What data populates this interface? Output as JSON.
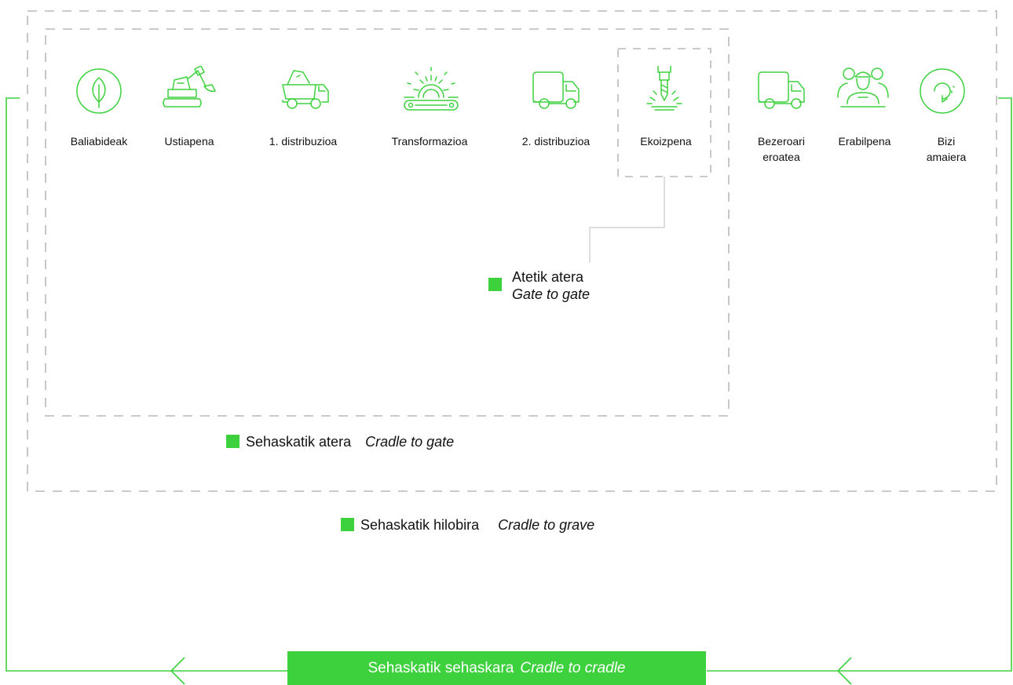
{
  "colors": {
    "accent": "#3ed13e",
    "dashed": "#b9b9b9",
    "icon_stroke": "#3ed13e",
    "text": "#111111"
  },
  "stages": [
    {
      "id": "baliabideak",
      "label": "Baliabideak",
      "icon": "leaf-icon"
    },
    {
      "id": "ustiapena",
      "label": "Ustiapena",
      "icon": "excavator-icon"
    },
    {
      "id": "distribuzioa1",
      "label": "1. distribuzioa",
      "icon": "dump-truck-icon"
    },
    {
      "id": "transformazioa",
      "label": "Transformazioa",
      "icon": "gear-conveyor-icon"
    },
    {
      "id": "distribuzioa2",
      "label": "2. distribuzioa",
      "icon": "delivery-truck-icon"
    },
    {
      "id": "ekoizpena",
      "label": "Ekoizpena",
      "icon": "drill-icon"
    },
    {
      "id": "bezeroari",
      "label": "Bezeroari\neroatea",
      "icon": "delivery-truck-icon"
    },
    {
      "id": "erabilpena",
      "label": "Erabilpena",
      "icon": "people-icon"
    },
    {
      "id": "bizi_amaiera",
      "label": "Bizi\namaiera",
      "icon": "recycle-icon"
    }
  ],
  "legends": {
    "gate_to_gate": {
      "label": "Atetik atera",
      "english": "Gate to gate"
    },
    "cradle_to_gate": {
      "label": "Sehaskatik atera",
      "english": "Cradle to gate"
    },
    "cradle_to_grave": {
      "label": "Sehaskatik hilobira",
      "english": "Cradle to grave"
    },
    "cradle_to_cradle": {
      "label": "Sehaskatik sehaskara",
      "english": "Cradle to cradle"
    }
  }
}
